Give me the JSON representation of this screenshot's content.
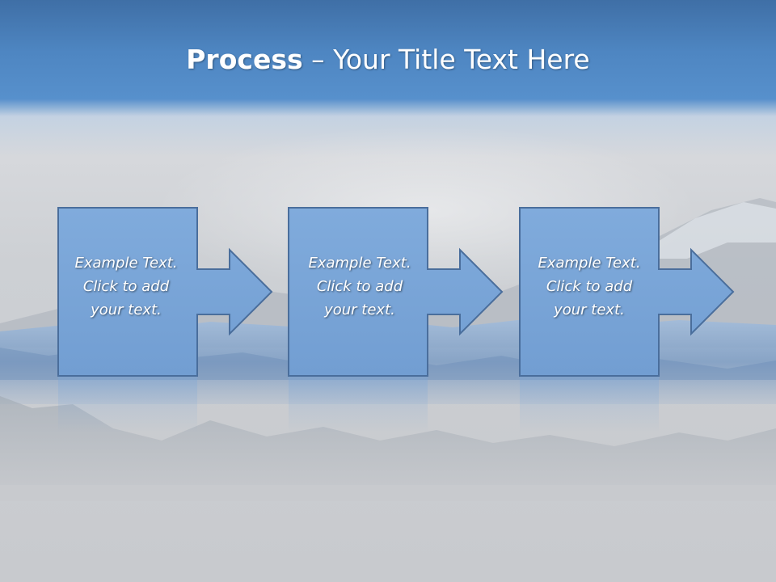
{
  "title": {
    "bold": "Process",
    "rest": " – Your Title Text Here"
  },
  "steps": [
    {
      "line1": "Example Text.",
      "line2": "Click  to add",
      "line3": "your text."
    },
    {
      "line1": "Example Text.",
      "line2": "Click  to add",
      "line3": "your text."
    },
    {
      "line1": "Example Text.",
      "line2": "Click  to add",
      "line3": "your text."
    }
  ],
  "colors": {
    "header_blue": "#4f86c4",
    "shape_fill": "#7aa6d9",
    "shape_stroke": "#4a6e9c",
    "text": "#ffffff"
  }
}
